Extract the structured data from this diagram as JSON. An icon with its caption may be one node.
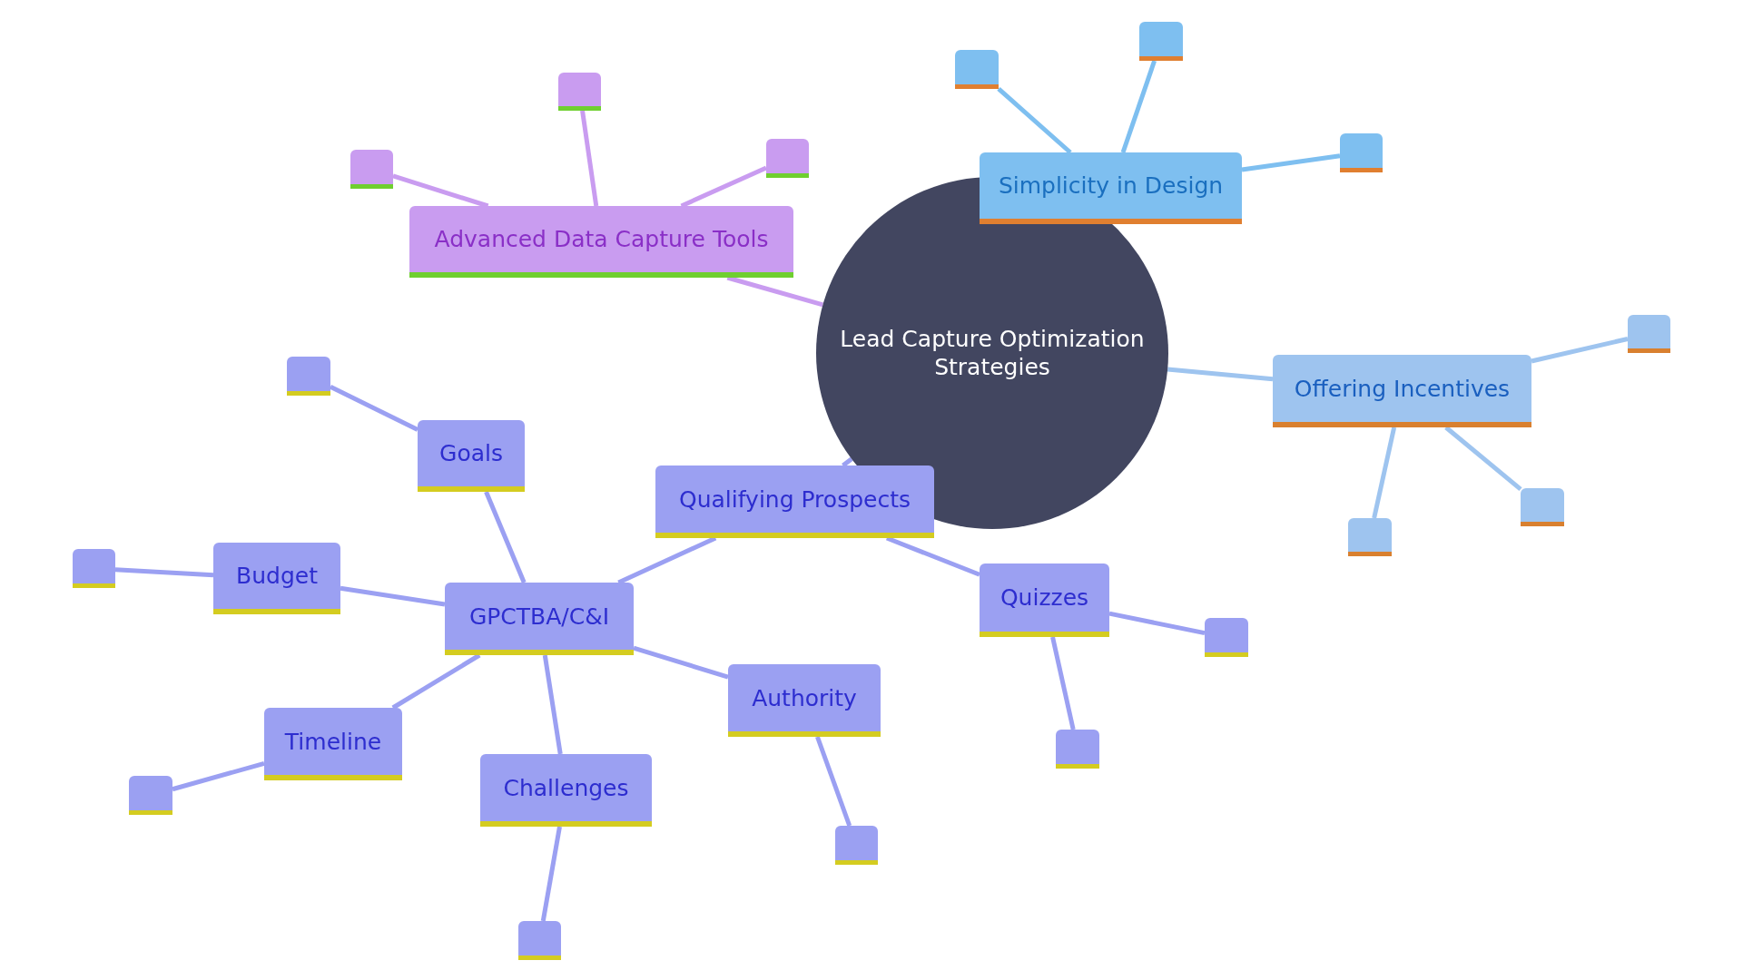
{
  "diagram": {
    "nodes": [
      {
        "text": [
          "Lead Capture Optimization Strategies"
        ]
      },
      {
        "text": [
          "Advanced Data Capture Tools"
        ]
      },
      {
        "text": [],
        "shape": "box"
      },
      {
        "text": [],
        "shape": "box"
      },
      {
        "text": [],
        "shape": "box"
      },
      {
        "text": [
          "Simplicity in Design"
        ]
      },
      {
        "text": [],
        "shape": "box"
      },
      {
        "text": [],
        "shape": "box"
      },
      {
        "text": [],
        "shape": "box"
      },
      {
        "text": [
          "Offering Incentives"
        ]
      },
      {
        "text": [],
        "shape": "box"
      },
      {
        "text": [],
        "shape": "box"
      },
      {
        "text": [],
        "shape": "box"
      },
      {
        "text": [
          "Qualifying Prospects"
        ]
      },
      {
        "text": [
          "Quizzes"
        ]
      },
      {
        "text": [],
        "shape": "box"
      },
      {
        "text": [],
        "shape": "box"
      },
      {
        "text": [
          "GPCTBA/C&I"
        ]
      },
      {
        "text": [
          "Goals"
        ]
      },
      {
        "text": [],
        "shape": "box"
      },
      {
        "text": [
          "Budget"
        ]
      },
      {
        "text": [],
        "shape": "box"
      },
      {
        "text": [
          "Timeline"
        ]
      },
      {
        "text": [],
        "shape": "box"
      },
      {
        "text": [
          "Challenges"
        ]
      },
      {
        "text": [],
        "shape": "box"
      },
      {
        "text": [
          "Authority"
        ]
      },
      {
        "text": [],
        "shape": "box"
      }
    ],
    "edges": [
      {
        "from": 0,
        "to": 1,
        "arrow": "none",
        "color": "#c99cf0"
      },
      {
        "from": 1,
        "to": 2,
        "arrow": "none",
        "color": "#c99cf0"
      },
      {
        "from": 1,
        "to": 3,
        "arrow": "none",
        "color": "#c99cf0"
      },
      {
        "from": 1,
        "to": 4,
        "arrow": "none",
        "color": "#c99cf0"
      },
      {
        "from": 5,
        "to": 6,
        "arrow": "none",
        "color": "#7ebff0"
      },
      {
        "from": 5,
        "to": 7,
        "arrow": "none",
        "color": "#7ebff0"
      },
      {
        "from": 5,
        "to": 8,
        "arrow": "none",
        "color": "#7ebff0"
      },
      {
        "from": 0,
        "to": 9,
        "arrow": "none",
        "color": "#9ec4ef"
      },
      {
        "from": 9,
        "to": 10,
        "arrow": "none",
        "color": "#9ec4ef"
      },
      {
        "from": 9,
        "to": 11,
        "arrow": "none",
        "color": "#9ec4ef"
      },
      {
        "from": 9,
        "to": 12,
        "arrow": "none",
        "color": "#9ec4ef"
      },
      {
        "from": 0,
        "to": 13,
        "arrow": "none"
      },
      {
        "from": 13,
        "to": 14,
        "arrow": "none"
      },
      {
        "from": 14,
        "to": 15,
        "arrow": "none"
      },
      {
        "from": 14,
        "to": 16,
        "arrow": "none"
      },
      {
        "from": 13,
        "to": 17,
        "arrow": "none"
      },
      {
        "from": 17,
        "to": 18,
        "arrow": "none"
      },
      {
        "from": 18,
        "to": 19,
        "arrow": "none"
      },
      {
        "from": 17,
        "to": 20,
        "arrow": "none"
      },
      {
        "from": 20,
        "to": 21,
        "arrow": "none"
      },
      {
        "from": 17,
        "to": 22,
        "arrow": "none"
      },
      {
        "from": 22,
        "to": 23,
        "arrow": "none"
      },
      {
        "from": 17,
        "to": 24,
        "arrow": "none"
      },
      {
        "from": 24,
        "to": 25,
        "arrow": "none"
      },
      {
        "from": 17,
        "to": 26,
        "arrow": "none"
      },
      {
        "from": 26,
        "to": 27,
        "arrow": "none"
      }
    ]
  }
}
